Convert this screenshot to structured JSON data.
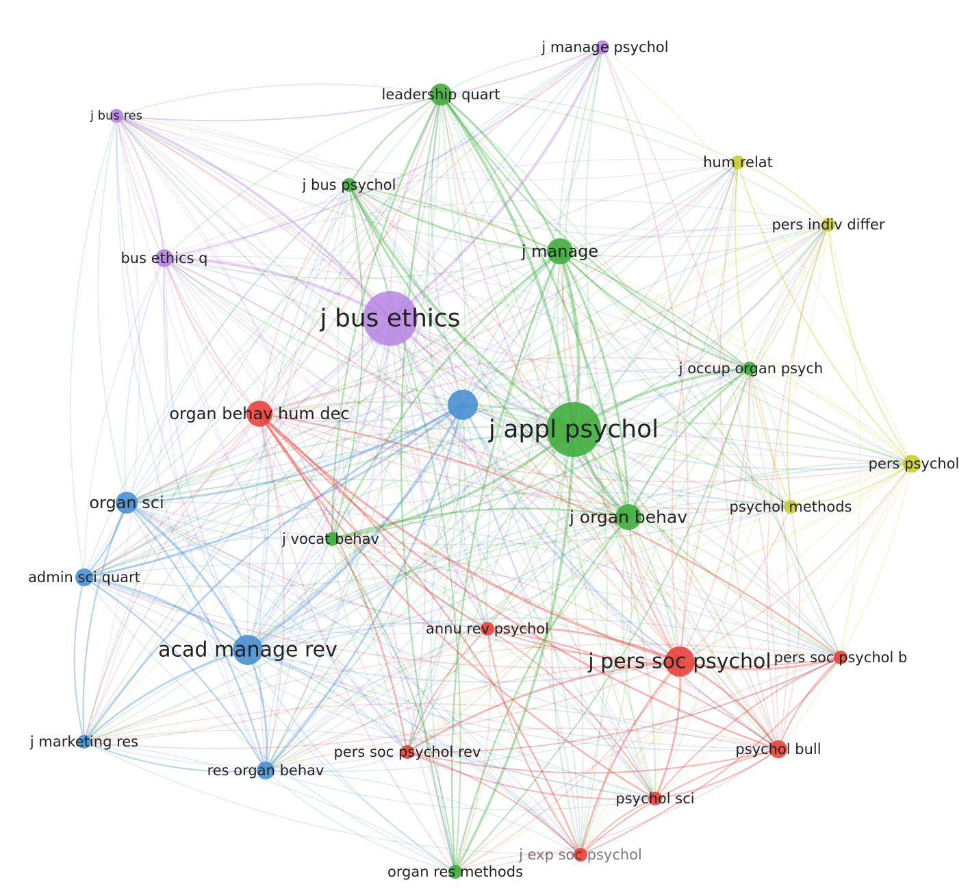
{
  "colors": {
    "red": "#e8423c",
    "green": "#3fad3c",
    "blue": "#4a8fd1",
    "yellow": "#c8cd32",
    "purple": "#b584e0"
  },
  "nodes": [
    {
      "id": "j_bus_ethics",
      "label": "j bus ethics",
      "cluster": "purple",
      "weight": 10
    },
    {
      "id": "j_appl_psychol",
      "label": "j appl psychol",
      "cluster": "green",
      "weight": 10
    },
    {
      "id": "blue_hub",
      "label": "",
      "cluster": "blue",
      "weight": 6
    },
    {
      "id": "j_manage_psychol",
      "label": "j manage psychol",
      "cluster": "purple",
      "weight": 2
    },
    {
      "id": "leadership_quart",
      "label": "leadership quart",
      "cluster": "green",
      "weight": 4
    },
    {
      "id": "j_bus_res",
      "label": "j bus res",
      "cluster": "purple",
      "weight": 2
    },
    {
      "id": "hum_relat",
      "label": "hum relat",
      "cluster": "yellow",
      "weight": 2
    },
    {
      "id": "j_bus_psychol",
      "label": "j bus psychol",
      "cluster": "green",
      "weight": 2
    },
    {
      "id": "pers_indiv_differ",
      "label": "pers indiv differ",
      "cluster": "yellow",
      "weight": 2
    },
    {
      "id": "bus_ethics_q",
      "label": "bus ethics q",
      "cluster": "purple",
      "weight": 3
    },
    {
      "id": "j_manage",
      "label": "j manage",
      "cluster": "green",
      "weight": 5
    },
    {
      "id": "j_occup_organ_psych",
      "label": "j occup organ psych",
      "cluster": "green",
      "weight": 2
    },
    {
      "id": "organ_behav_hum_dec",
      "label": "organ behav hum dec",
      "cluster": "red",
      "weight": 5
    },
    {
      "id": "pers_psychol",
      "label": "pers psychol",
      "cluster": "yellow",
      "weight": 3
    },
    {
      "id": "organ_sci",
      "label": "organ sci",
      "cluster": "blue",
      "weight": 4
    },
    {
      "id": "psychol_methods",
      "label": "psychol methods",
      "cluster": "yellow",
      "weight": 2
    },
    {
      "id": "j_organ_behav",
      "label": "j organ behav",
      "cluster": "green",
      "weight": 5
    },
    {
      "id": "j_vocat_behav",
      "label": "j vocat behav",
      "cluster": "green",
      "weight": 2
    },
    {
      "id": "admin_sci_quart",
      "label": "admin sci quart",
      "cluster": "blue",
      "weight": 3
    },
    {
      "id": "annu_rev_psychol",
      "label": "annu rev psychol",
      "cluster": "red",
      "weight": 2
    },
    {
      "id": "acad_manage_rev",
      "label": "acad manage rev",
      "cluster": "blue",
      "weight": 6
    },
    {
      "id": "j_pers_soc_psychol",
      "label": "j pers soc psychol",
      "cluster": "red",
      "weight": 6
    },
    {
      "id": "pers_soc_psychol_b",
      "label": "pers soc psychol b",
      "cluster": "red",
      "weight": 2
    },
    {
      "id": "j_marketing_res",
      "label": "j marketing res",
      "cluster": "blue",
      "weight": 2
    },
    {
      "id": "pers_soc_psychol_rev",
      "label": "pers soc psychol rev",
      "cluster": "red",
      "weight": 2
    },
    {
      "id": "psychol_bull",
      "label": "psychol bull",
      "cluster": "red",
      "weight": 3
    },
    {
      "id": "res_organ_behav",
      "label": "res organ behav",
      "cluster": "blue",
      "weight": 3
    },
    {
      "id": "psychol_sci",
      "label": "psychol sci",
      "cluster": "red",
      "weight": 2
    },
    {
      "id": "j_exp_soc_psychol",
      "label": "j exp soc psychol",
      "cluster": "red",
      "weight": 2
    },
    {
      "id": "organ_res_methods",
      "label": "organ res methods",
      "cluster": "green",
      "weight": 2
    }
  ]
}
